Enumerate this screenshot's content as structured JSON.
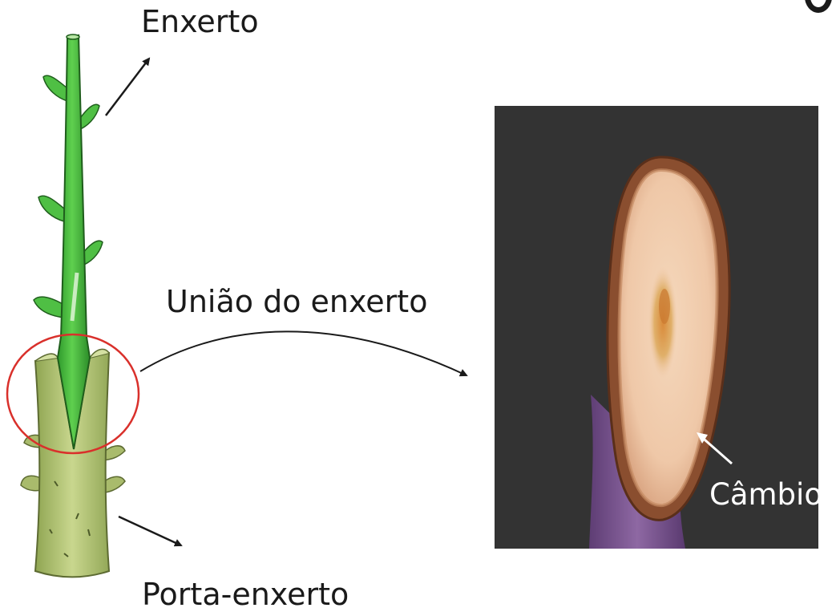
{
  "labels": {
    "scion": "Enxerto",
    "graft_union": "União do enxerto",
    "rootstock": "Porta-enxerto",
    "cambium": "Câmbio"
  },
  "colors": {
    "scion_green": "#3fb53a",
    "rootstock_green": "#b9c97c",
    "union_circle": "#d9302b",
    "photo_background": "#333333",
    "stem_purple": "#7a4f8c",
    "wood_pink": "#f0c9ac",
    "pith_orange": "#d9a355"
  }
}
